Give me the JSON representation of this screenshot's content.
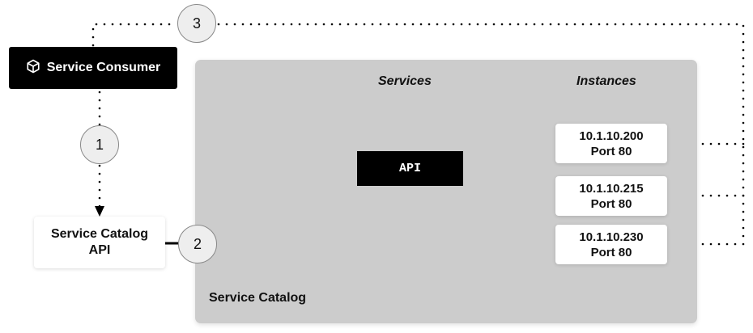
{
  "consumer": {
    "label": "Service Consumer",
    "icon": "cube-icon"
  },
  "catalog_api": {
    "line1": "Service Catalog",
    "line2": "API"
  },
  "catalog": {
    "label": "Service Catalog"
  },
  "columns": {
    "services": "Services",
    "instances": "Instances"
  },
  "api_service": {
    "label": "API"
  },
  "instances": [
    {
      "ip": "10.1.10.200",
      "port": "Port 80"
    },
    {
      "ip": "10.1.10.215",
      "port": "Port 80"
    },
    {
      "ip": "10.1.10.230",
      "port": "Port 80"
    }
  ],
  "steps": [
    {
      "label": "1"
    },
    {
      "label": "2"
    },
    {
      "label": "3"
    }
  ],
  "colors": {
    "container": "#cccccc",
    "dark_box": "#000000",
    "step_fill": "#eeeeee"
  }
}
